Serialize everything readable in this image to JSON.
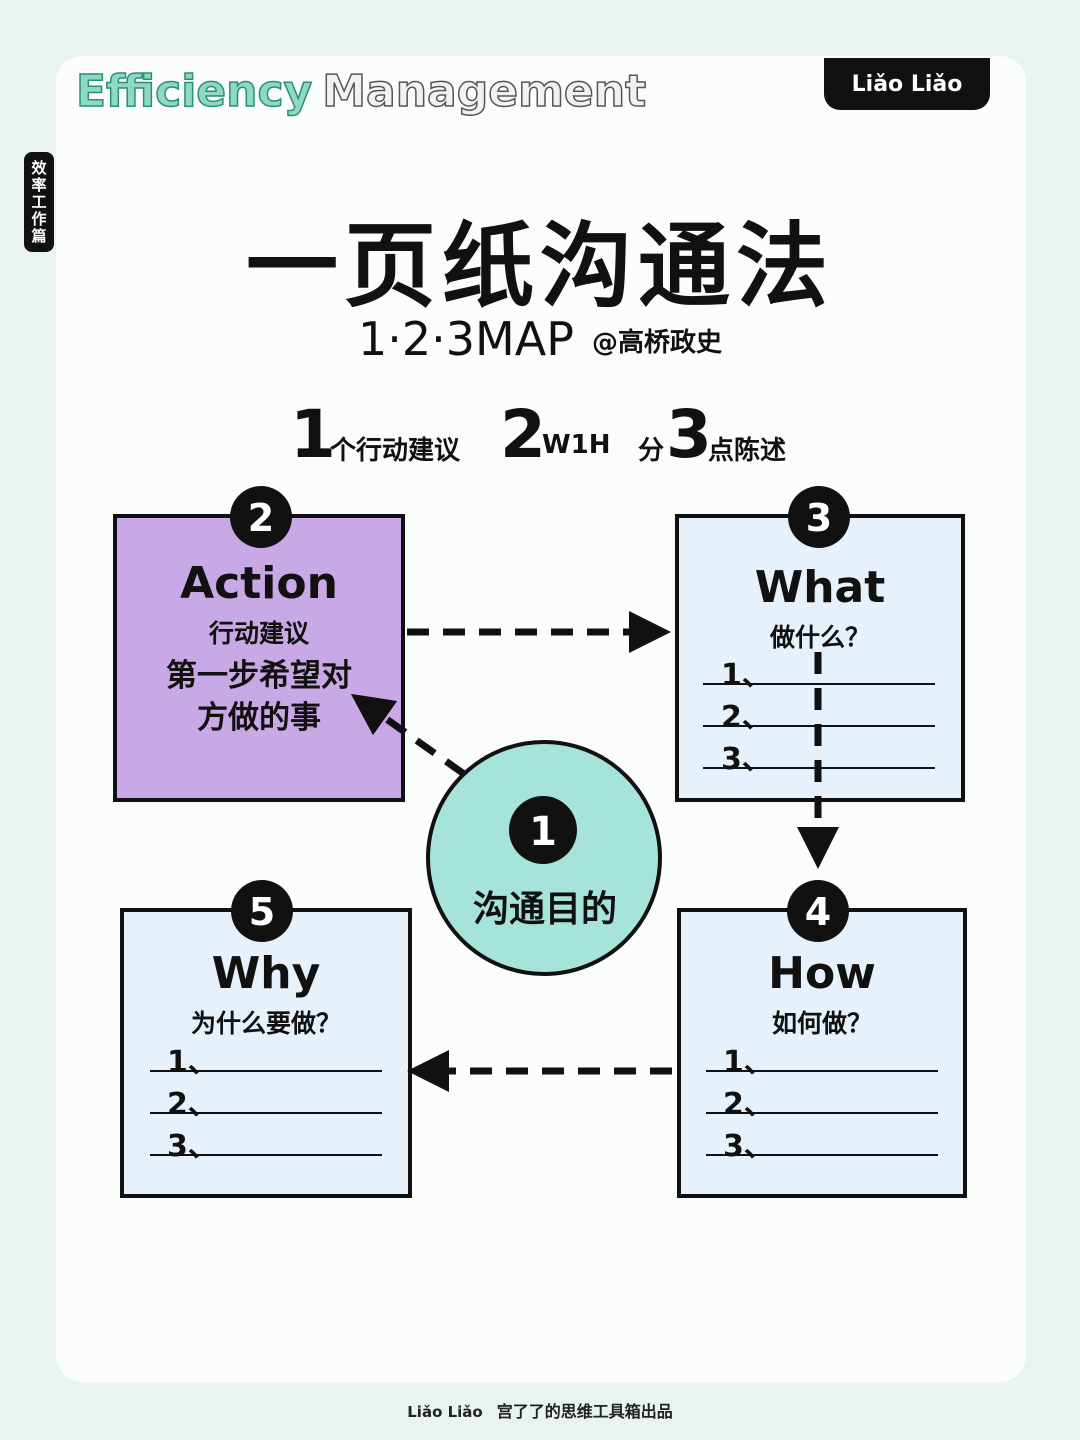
{
  "header": {
    "title_word1": "Efficiency",
    "title_word2": "Management",
    "brand": "Liǎo Liǎo",
    "side_tag": "效率工作篇"
  },
  "title": "一页纸沟通法",
  "subtitle": {
    "text": "1·2·3MAP",
    "author": "@高桥政史"
  },
  "formula": {
    "n1": "1",
    "t1": "个行动建议",
    "n2": "2",
    "t2": "W1H",
    "pre3": "分",
    "n3": "3",
    "t3": "点陈述"
  },
  "diagram": {
    "center": {
      "badge": "1",
      "label": "沟通目的",
      "color": "#a6e3d8"
    },
    "action": {
      "badge": "2",
      "title": "Action",
      "subtitle": "行动建议",
      "desc_line1": "第一步希望对",
      "desc_line2": "方做的事",
      "color": "#c9a8e6"
    },
    "what": {
      "badge": "3",
      "title": "What",
      "subtitle": "做什么？",
      "items": [
        "1、",
        "2、",
        "3、"
      ],
      "color": "#e6f1fc"
    },
    "how": {
      "badge": "4",
      "title": "How",
      "subtitle": "如何做？",
      "items": [
        "1、",
        "2、",
        "3、"
      ],
      "color": "#e6f1fc"
    },
    "why": {
      "badge": "5",
      "title": "Why",
      "subtitle": "为什么要做？",
      "items": [
        "1、",
        "2、",
        "3、"
      ],
      "color": "#e6f1fc"
    }
  },
  "footer": {
    "brand": "Liǎo Liǎo",
    "text": "宫了了的思维工具箱出品"
  }
}
